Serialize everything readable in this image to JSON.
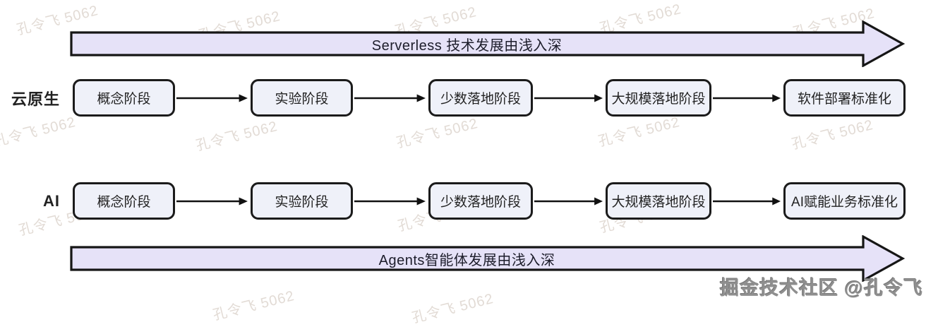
{
  "diagram": {
    "top_banner": {
      "label": "Serverless 技术发展由浅入深"
    },
    "bottom_banner": {
      "label": "Agents智能体发展由浅入深"
    },
    "rows": [
      {
        "label": "云原生",
        "stages": [
          "概念阶段",
          "实验阶段",
          "少数落地阶段",
          "大规模落地阶段",
          "软件部署标准化"
        ]
      },
      {
        "label": "AI",
        "stages": [
          "概念阶段",
          "实验阶段",
          "少数落地阶段",
          "大规模落地阶段",
          "AI赋能业务标准化"
        ]
      }
    ],
    "colors": {
      "banner_fill": "#e6e2f8",
      "banner_border": "#161616",
      "node_fill": "#eff1f9",
      "node_border": "#1b1b1b",
      "arrow_color": "#111111",
      "text": "#222222"
    }
  },
  "watermark": {
    "text": "孔令飞 5062"
  },
  "attribution": {
    "text": "掘金技术社区 @孔令飞"
  }
}
